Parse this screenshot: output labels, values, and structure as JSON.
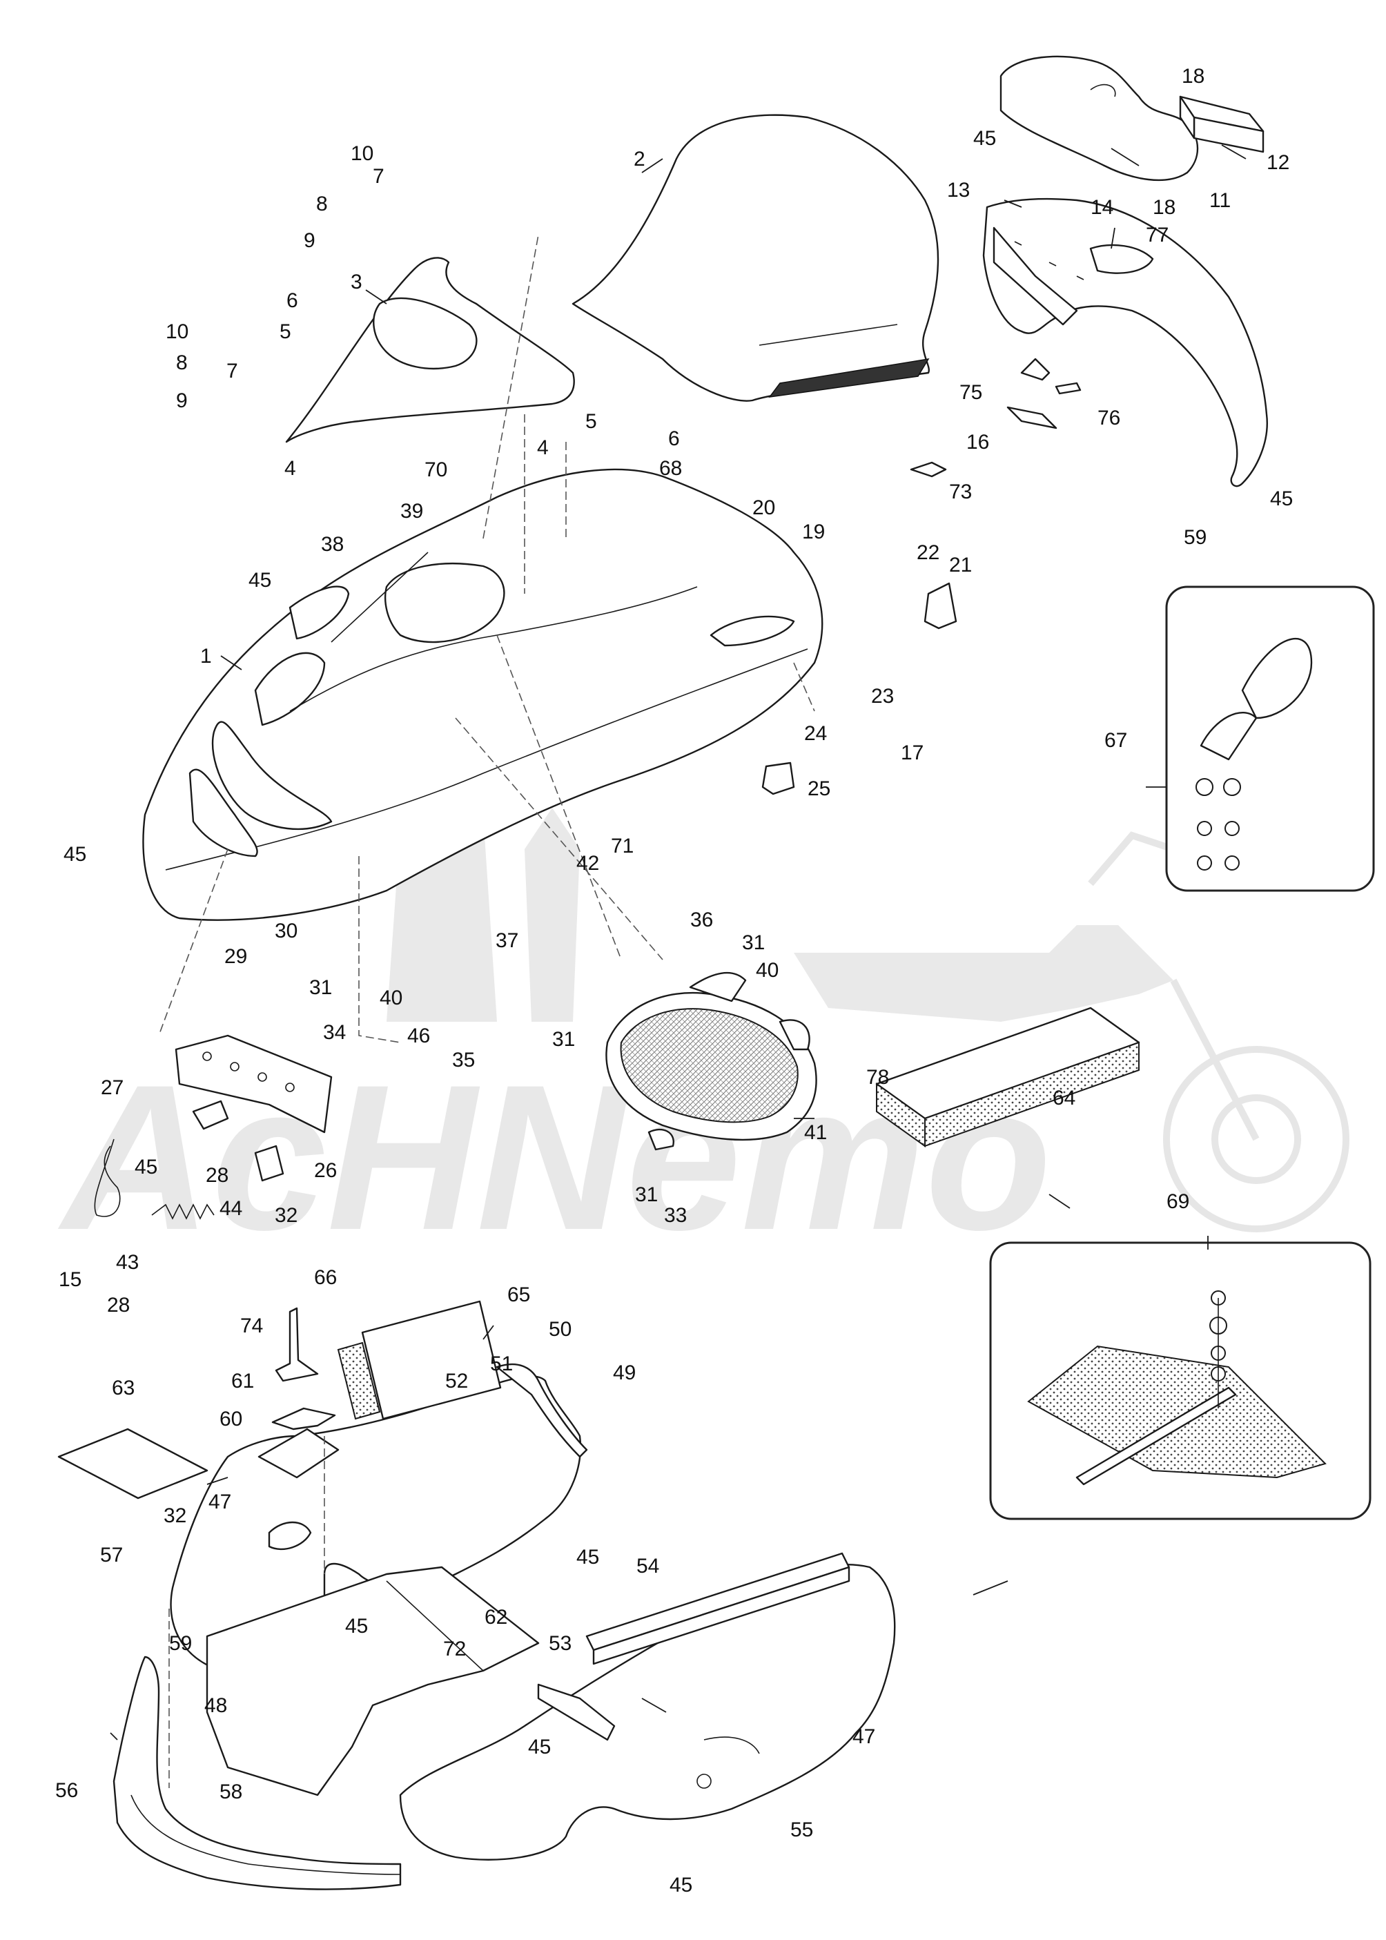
{
  "watermark": "AcHNemo",
  "callouts": [
    {
      "id": "c1",
      "text": "1"
    },
    {
      "id": "c2",
      "text": "2"
    },
    {
      "id": "c3",
      "text": "3"
    },
    {
      "id": "c4a",
      "text": "4"
    },
    {
      "id": "c4b",
      "text": "4"
    },
    {
      "id": "c5a",
      "text": "5"
    },
    {
      "id": "c5b",
      "text": "5"
    },
    {
      "id": "c6a",
      "text": "6"
    },
    {
      "id": "c6b",
      "text": "6"
    },
    {
      "id": "c7a",
      "text": "7"
    },
    {
      "id": "c7b",
      "text": "7"
    },
    {
      "id": "c8a",
      "text": "8"
    },
    {
      "id": "c8b",
      "text": "8"
    },
    {
      "id": "c9a",
      "text": "9"
    },
    {
      "id": "c9b",
      "text": "9"
    },
    {
      "id": "c10a",
      "text": "10"
    },
    {
      "id": "c10b",
      "text": "10"
    },
    {
      "id": "c11",
      "text": "11"
    },
    {
      "id": "c12",
      "text": "12"
    },
    {
      "id": "c13",
      "text": "13"
    },
    {
      "id": "c14",
      "text": "14"
    },
    {
      "id": "c15",
      "text": "15"
    },
    {
      "id": "c16",
      "text": "16"
    },
    {
      "id": "c17",
      "text": "17"
    },
    {
      "id": "c18a",
      "text": "18"
    },
    {
      "id": "c18b",
      "text": "18"
    },
    {
      "id": "c19",
      "text": "19"
    },
    {
      "id": "c20",
      "text": "20"
    },
    {
      "id": "c21",
      "text": "21"
    },
    {
      "id": "c22",
      "text": "22"
    },
    {
      "id": "c23",
      "text": "23"
    },
    {
      "id": "c24",
      "text": "24"
    },
    {
      "id": "c25",
      "text": "25"
    },
    {
      "id": "c26",
      "text": "26"
    },
    {
      "id": "c27",
      "text": "27"
    },
    {
      "id": "c28a",
      "text": "28"
    },
    {
      "id": "c28b",
      "text": "28"
    },
    {
      "id": "c29",
      "text": "29"
    },
    {
      "id": "c30",
      "text": "30"
    },
    {
      "id": "c31a",
      "text": "31"
    },
    {
      "id": "c31b",
      "text": "31"
    },
    {
      "id": "c31c",
      "text": "31"
    },
    {
      "id": "c31d",
      "text": "31"
    },
    {
      "id": "c32a",
      "text": "32"
    },
    {
      "id": "c32b",
      "text": "32"
    },
    {
      "id": "c33",
      "text": "33"
    },
    {
      "id": "c34",
      "text": "34"
    },
    {
      "id": "c35",
      "text": "35"
    },
    {
      "id": "c36",
      "text": "36"
    },
    {
      "id": "c37",
      "text": "37"
    },
    {
      "id": "c38",
      "text": "38"
    },
    {
      "id": "c39",
      "text": "39"
    },
    {
      "id": "c40a",
      "text": "40"
    },
    {
      "id": "c40b",
      "text": "40"
    },
    {
      "id": "c41",
      "text": "41"
    },
    {
      "id": "c42",
      "text": "42"
    },
    {
      "id": "c43",
      "text": "43"
    },
    {
      "id": "c44",
      "text": "44"
    },
    {
      "id": "c45a",
      "text": "45"
    },
    {
      "id": "c45b",
      "text": "45"
    },
    {
      "id": "c45c",
      "text": "45"
    },
    {
      "id": "c45d",
      "text": "45"
    },
    {
      "id": "c45e",
      "text": "45"
    },
    {
      "id": "c45f",
      "text": "45"
    },
    {
      "id": "c45g",
      "text": "45"
    },
    {
      "id": "c45h",
      "text": "45"
    },
    {
      "id": "c45i",
      "text": "45"
    },
    {
      "id": "c46",
      "text": "46"
    },
    {
      "id": "c47a",
      "text": "47"
    },
    {
      "id": "c47b",
      "text": "47"
    },
    {
      "id": "c48",
      "text": "48"
    },
    {
      "id": "c49",
      "text": "49"
    },
    {
      "id": "c50",
      "text": "50"
    },
    {
      "id": "c51",
      "text": "51"
    },
    {
      "id": "c52",
      "text": "52"
    },
    {
      "id": "c53",
      "text": "53"
    },
    {
      "id": "c54",
      "text": "54"
    },
    {
      "id": "c55",
      "text": "55"
    },
    {
      "id": "c56",
      "text": "56"
    },
    {
      "id": "c57",
      "text": "57"
    },
    {
      "id": "c58",
      "text": "58"
    },
    {
      "id": "c59a",
      "text": "59"
    },
    {
      "id": "c59b",
      "text": "59"
    },
    {
      "id": "c60",
      "text": "60"
    },
    {
      "id": "c61",
      "text": "61"
    },
    {
      "id": "c62",
      "text": "62"
    },
    {
      "id": "c63",
      "text": "63"
    },
    {
      "id": "c64",
      "text": "64"
    },
    {
      "id": "c65",
      "text": "65"
    },
    {
      "id": "c66",
      "text": "66"
    },
    {
      "id": "c67",
      "text": "67"
    },
    {
      "id": "c68",
      "text": "68"
    },
    {
      "id": "c69",
      "text": "69"
    },
    {
      "id": "c70",
      "text": "70"
    },
    {
      "id": "c71",
      "text": "71"
    },
    {
      "id": "c72",
      "text": "72"
    },
    {
      "id": "c73",
      "text": "73"
    },
    {
      "id": "c74",
      "text": "74"
    },
    {
      "id": "c75",
      "text": "75"
    },
    {
      "id": "c76",
      "text": "76"
    },
    {
      "id": "c77",
      "text": "77"
    },
    {
      "id": "c78",
      "text": "78"
    }
  ]
}
